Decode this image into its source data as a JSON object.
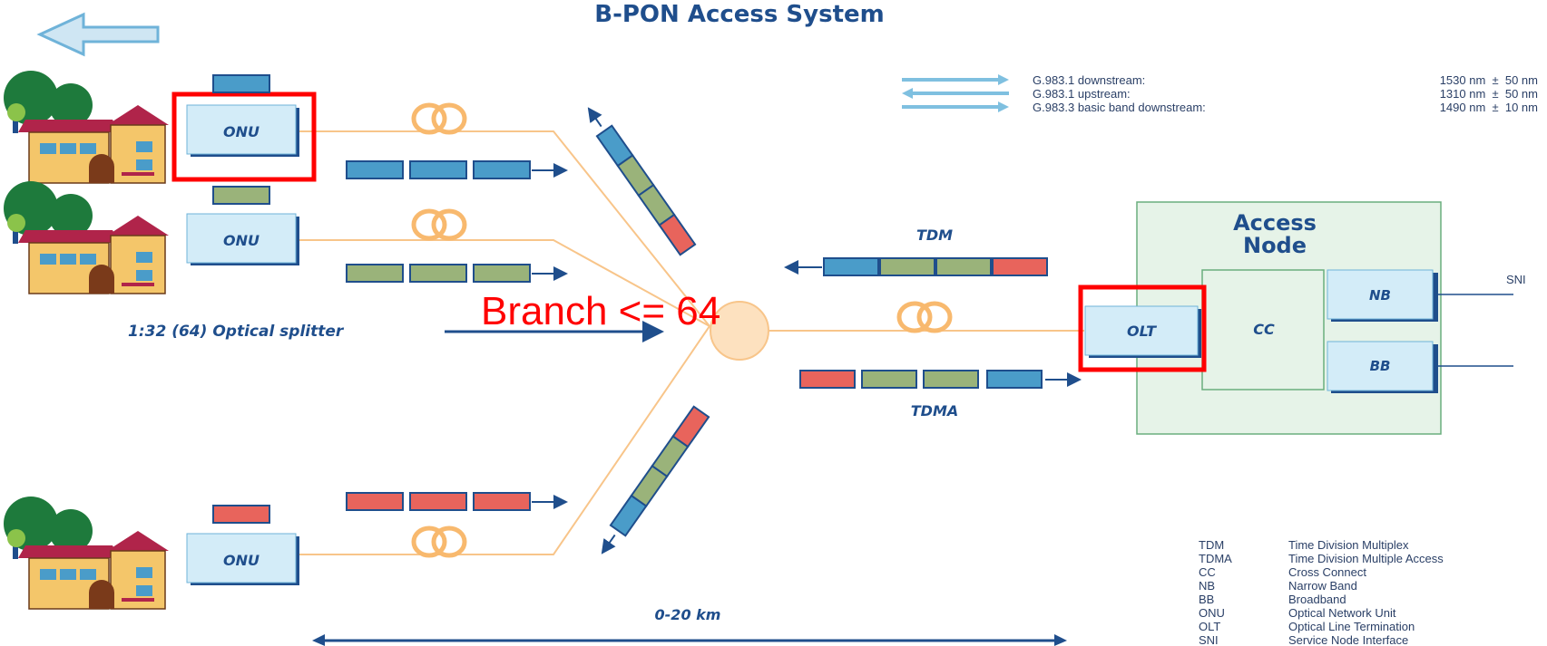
{
  "title": "B-PON Access System",
  "onu_label": "ONU",
  "olt_label": "OLT",
  "access_node_line1": "Access",
  "access_node_line2": "Node",
  "cc_label": "CC",
  "nb_label": "NB",
  "bb_label": "BB",
  "sni_label": "SNI",
  "tdm_label": "TDM",
  "tdma_label": "TDMA",
  "splitter_label": "1:32 (64) Optical splitter",
  "branch_annotation": "Branch <= 64",
  "distance_label": "0-20 km",
  "wavelengths": [
    {
      "name": "G.983.1 downstream:",
      "value": "1530 nm  ±  50 nm"
    },
    {
      "name": "G.983.1 upstream:",
      "value": "1310 nm  ±  50 nm"
    },
    {
      "name": "G.983.3 basic band downstream:",
      "value": "1490 nm  ±  10 nm"
    }
  ],
  "glossary": [
    {
      "abbr": "TDM",
      "full": "Time Division Multiplex"
    },
    {
      "abbr": "TDMA",
      "full": "Time Division Multiple Access"
    },
    {
      "abbr": "CC",
      "full": "Cross Connect"
    },
    {
      "abbr": "NB",
      "full": "Narrow Band"
    },
    {
      "abbr": "BB",
      "full": "Broadband"
    },
    {
      "abbr": "ONU",
      "full": "Optical Network Unit"
    },
    {
      "abbr": "OLT",
      "full": "Optical Line Termination"
    },
    {
      "abbr": "SNI",
      "full": "Service Node Interface"
    }
  ],
  "colors": {
    "dark_blue": "#1f4e8c",
    "fiber": "#f8c58a",
    "blue_cell": "#4a9cc9",
    "green_cell": "#9ab37a",
    "red_cell": "#e8645c",
    "highlight": "#ff0000",
    "node_fill": "#d3ecf8",
    "access_fill": "#e6f3e8"
  }
}
